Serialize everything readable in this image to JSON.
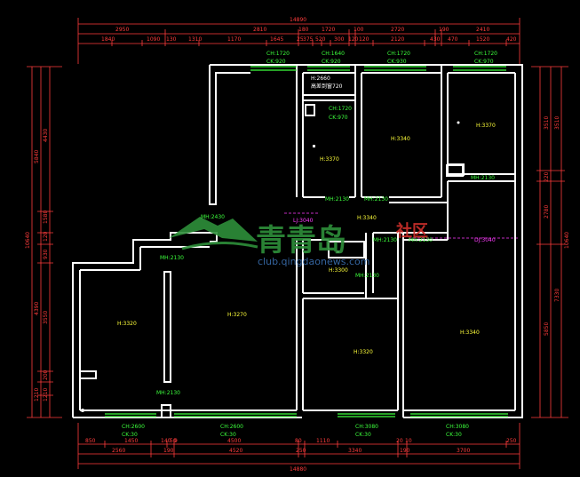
{
  "colors": {
    "wall": "#ffffff",
    "dim": "#ff3c3c",
    "window": "#3cff3c",
    "label": "#ffff3a",
    "accent": "#ff3cff"
  },
  "dims": {
    "top_total": "14890",
    "top_row2": [
      "2950",
      "180",
      "1720",
      "100",
      "2720",
      "190",
      "2410"
    ],
    "top_row3": [
      "1840",
      "1090",
      "130",
      "1310",
      "1170",
      "2810",
      "1645",
      "25",
      "375",
      "520",
      "300",
      "120",
      "120",
      "2120",
      "430",
      "470",
      "1520",
      "420"
    ],
    "bottom_row1": [
      "850",
      "1450",
      "140",
      "50",
      "9",
      "4500",
      "80",
      "1110",
      "20",
      "10",
      "250"
    ],
    "bottom_row2": [
      "2560",
      "190",
      "4520",
      "250",
      "3340",
      "190",
      "3700"
    ],
    "bottom_total": "14880",
    "left_total": "10640",
    "left_seg": [
      "5840",
      "4430",
      "1580",
      "120",
      "930",
      "4390",
      "3550",
      "200",
      "1210",
      "1210"
    ],
    "right_total": "10640",
    "right_seg": [
      "3510",
      "3510",
      "220",
      "2780",
      "5850",
      "7330"
    ]
  },
  "labels": {
    "win_top1": [
      "CH:1720",
      "CK:920"
    ],
    "win_top2": [
      "CH:1640",
      "CK:920"
    ],
    "win_top3": [
      "CH:1720",
      "CK:930"
    ],
    "win_top4": [
      "CH:1720",
      "CK:970"
    ],
    "bath_top": [
      "H:2660",
      "高差到窗720"
    ],
    "bath_win": [
      "CH:1720",
      "CK:970"
    ],
    "bath_h": "H:3370",
    "room_mid_top": "H:3340",
    "room_right_top": "H:3370",
    "mh_right": "MH:2130",
    "mh_bath": "MH:2130",
    "mh_mid": "MH:2130",
    "hall_h": "H:3340",
    "lj": "LJ:3040",
    "mh2430": "MH:2430",
    "mh2130_a": "MH:2130",
    "mh2130_b": "MH:2130",
    "mh2130_c": "MH:2130",
    "dj": "DJ:3040",
    "living_left": "H:3320",
    "living_main": "H:3270",
    "mid_h": "H:3300",
    "mh_mid2": "MH:2130",
    "bottom_mid": "H:3320",
    "right_bottom": "H:3340",
    "mh_living": "MH:2130",
    "win_bot1": [
      "CH:2600",
      "CK:30"
    ],
    "win_bot2": [
      "CH:2600",
      "CK:30"
    ],
    "win_bot3": [
      "CH:3080",
      "CK:30"
    ],
    "win_bot4": [
      "CH:3080",
      "CK:30"
    ]
  },
  "watermark": {
    "title": "青青岛",
    "suffix": "社区",
    "url": "club.qingdaonews.com"
  }
}
